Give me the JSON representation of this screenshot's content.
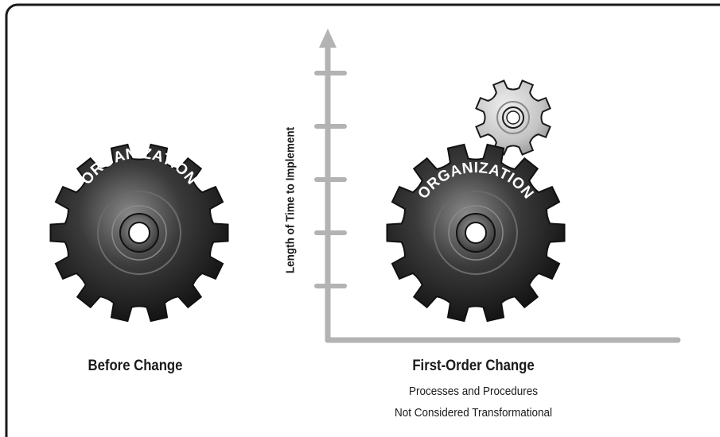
{
  "before": {
    "gear_label": "ORGANIZATION",
    "caption": "Before Change"
  },
  "after": {
    "gear_label": "ORGANIZATION",
    "caption_title": "First-Order Change",
    "caption_line1": "Processes and Procedures",
    "caption_line2": "Not Considered Transformational"
  },
  "axis": {
    "y_label": "Length of Time to Implement",
    "tick_count": 5
  },
  "colors": {
    "frame": "#1a1a1a",
    "axis": "#b3b3b3",
    "gear_dark": "#2e2e2e",
    "gear_light": "#c8c8c8"
  },
  "icons": [
    "large-gear-icon",
    "small-gear-icon",
    "axis-arrow-icon"
  ]
}
